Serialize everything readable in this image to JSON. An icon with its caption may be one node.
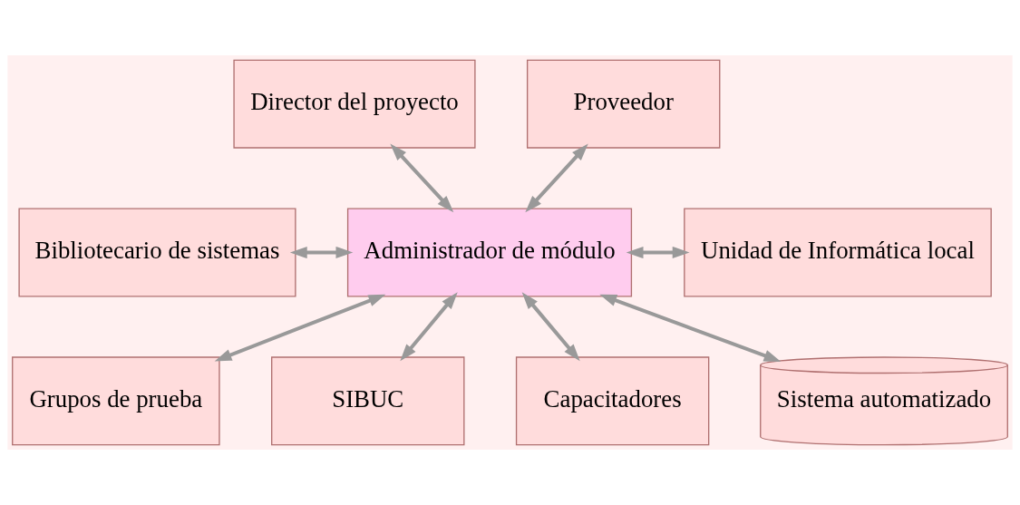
{
  "diagram": {
    "nodes": [
      {
        "text": [
          "Director del proyecto"
        ]
      },
      {
        "text": [
          "Proveedor"
        ]
      },
      {
        "text": [
          "Bibliotecario de sistemas"
        ]
      },
      {
        "text": [
          "Administrador de módulo"
        ]
      },
      {
        "text": [
          "Unidad de Informática local"
        ]
      },
      {
        "text": [
          "Grupos de prueba"
        ]
      },
      {
        "text": [
          "SIBUC"
        ]
      },
      {
        "text": [
          "Capacitadores"
        ]
      },
      {
        "text": [
          "Sistema automatizado"
        ]
      }
    ],
    "edges": [
      {
        "from": 0,
        "to": 3,
        "arrow": "both"
      },
      {
        "from": 1,
        "to": 3,
        "arrow": "both"
      },
      {
        "from": 2,
        "to": 3,
        "arrow": "both"
      },
      {
        "from": 3,
        "to": 4,
        "arrow": "both"
      },
      {
        "from": 3,
        "to": 5,
        "arrow": "both"
      },
      {
        "from": 3,
        "to": 6,
        "arrow": "both"
      },
      {
        "from": 3,
        "to": 7,
        "arrow": "both"
      },
      {
        "from": 3,
        "to": 8,
        "arrow": "both"
      }
    ]
  }
}
